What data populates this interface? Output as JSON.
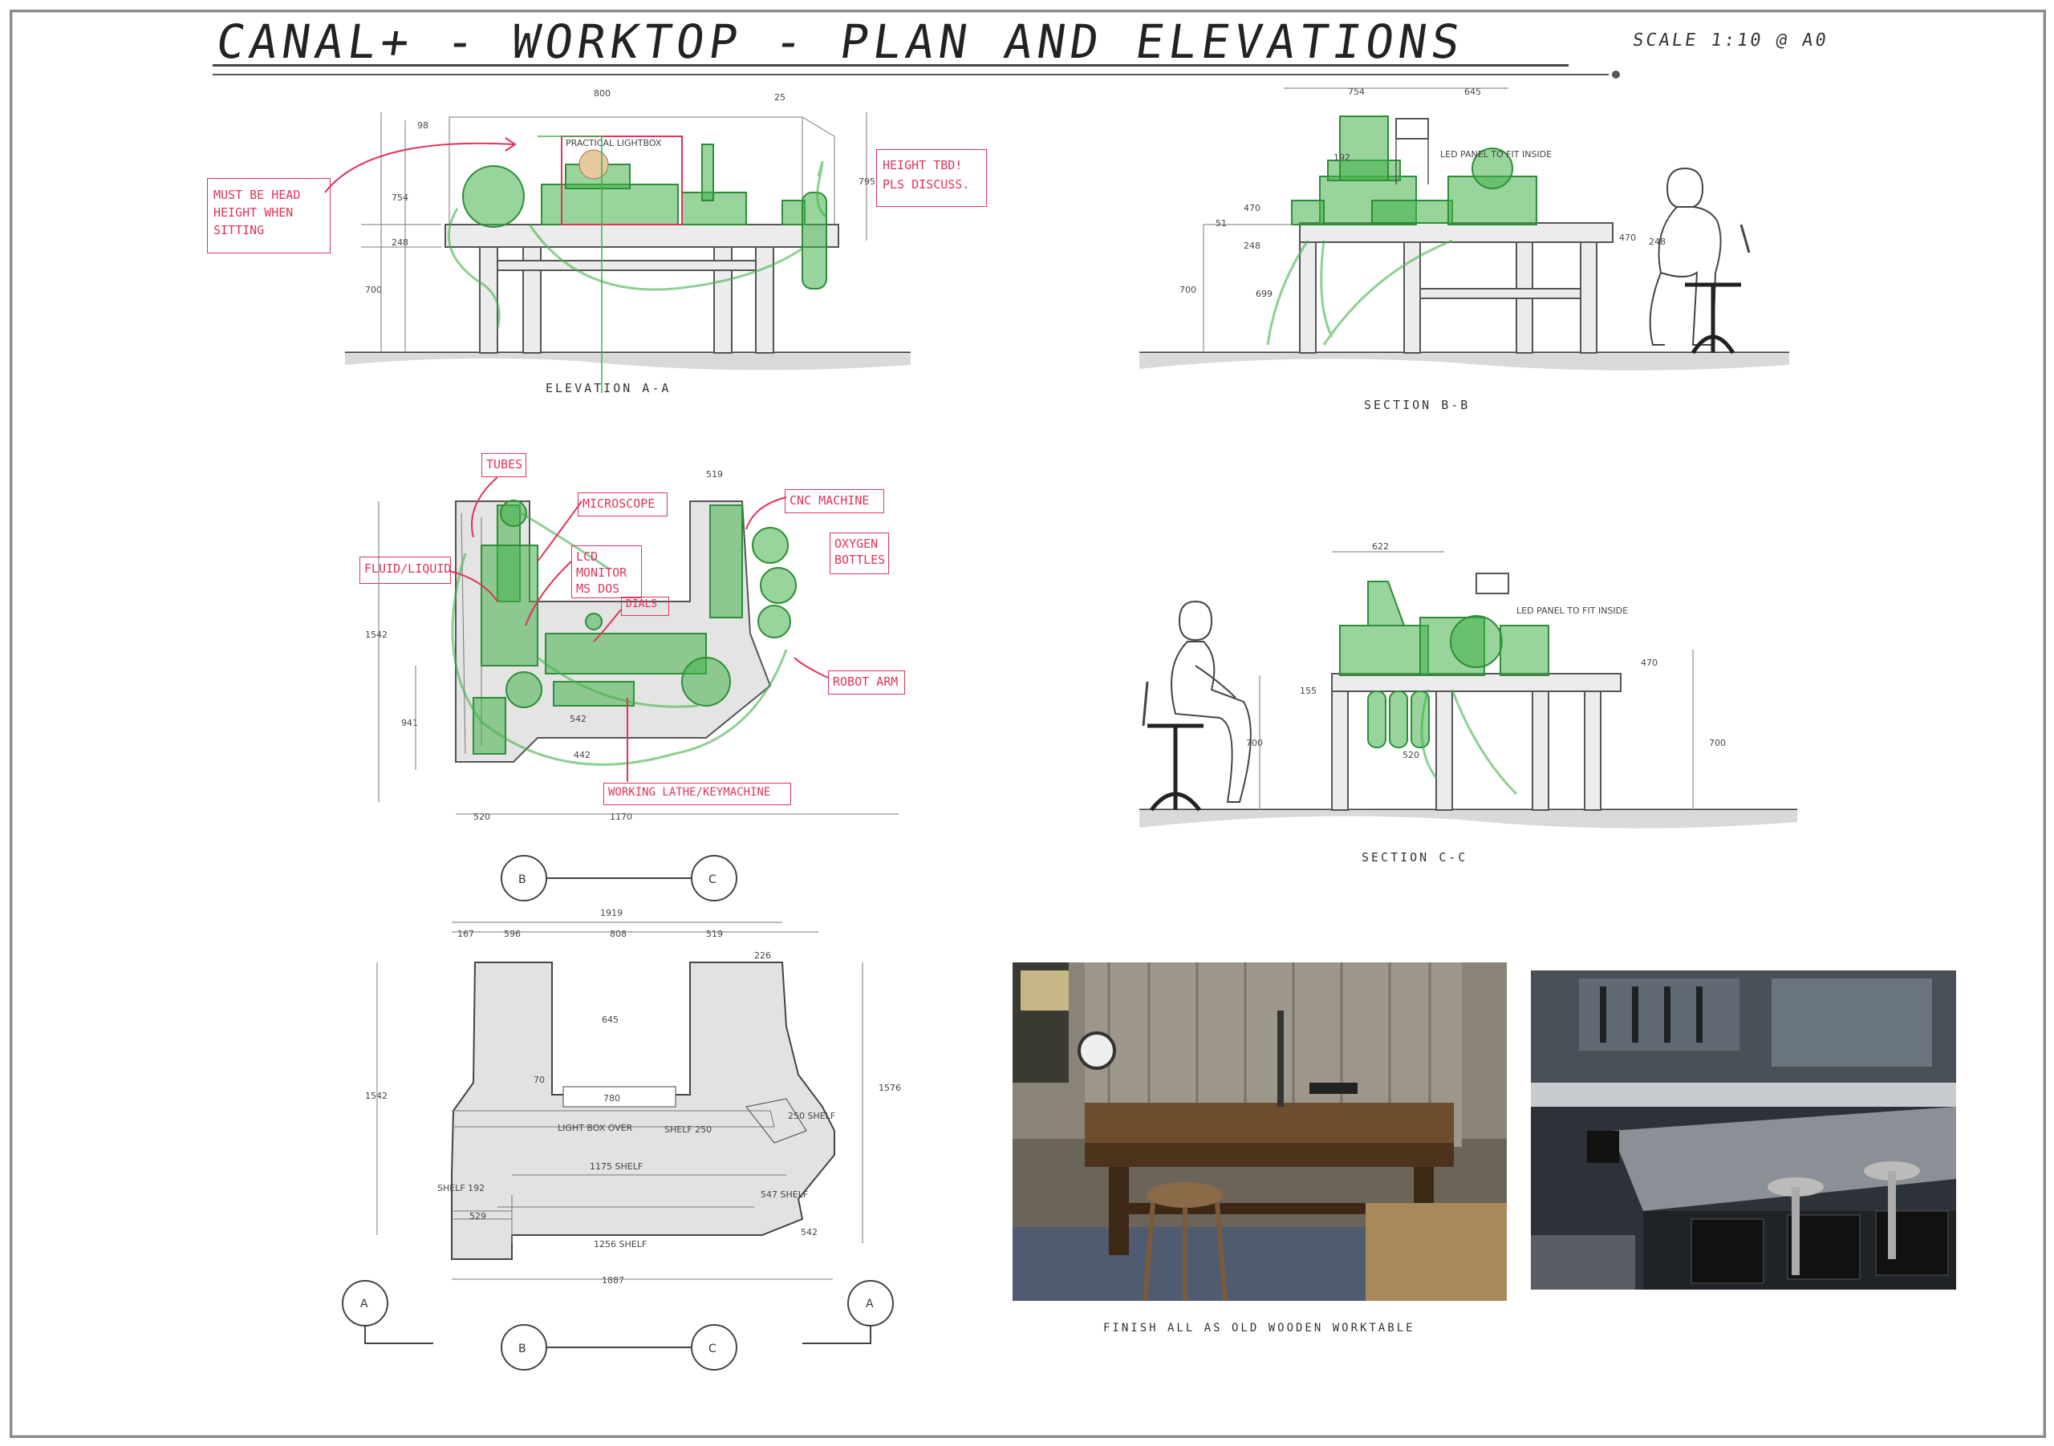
{
  "title": "CANAL+ - WORKTOP - PLAN AND ELEVATIONS",
  "scale": "SCALE 1:10 @ A0",
  "views": {
    "elevation_a": "ELEVATION A-A",
    "section_b": "SECTION B-B",
    "section_c": "SECTION C-C"
  },
  "notes": {
    "head_height": "MUST BE HEAD HEIGHT WHEN SITTING",
    "height_tbd": "HEIGHT TBD! PLS DISCUSS.",
    "tubes": "TUBES",
    "microscope": "MICROSCOPE",
    "cnc": "CNC MACHINE",
    "oxygen": "OXYGEN BOTTLES",
    "fluid": "FLUID/LIQUID",
    "lcd": "LCD MONITOR MS DOS",
    "dials": "DIALS",
    "robot": "ROBOT ARM",
    "lathe": "WORKING LATHE/KEYMACHINE"
  },
  "labels": {
    "lightbox_practical": "PRACTICAL LIGHTBOX",
    "led_panel": "LED PANEL TO FIT INSIDE",
    "led_panel_c": "LED PANEL TO FIT INSIDE",
    "light_box_over": "LIGHT BOX OVER",
    "shelf": "SHELF",
    "shelf_1": "1175 SHELF",
    "shelf_2": "1256 SHELF",
    "shelf_3": "250 SHELF",
    "shelf_4": "547 SHELF",
    "shelf_5": "SHELF 192",
    "shelf_6": "SHELF 250"
  },
  "section_markers": [
    "B",
    "C",
    "A"
  ],
  "finish_caption": "FINISH ALL AS OLD WOODEN WORKTABLE",
  "dims": {
    "ea_800": "800",
    "ea_98": "98",
    "ea_25": "25",
    "ea_754": "754",
    "ea_248": "248",
    "ea_700": "700",
    "ea_795": "795",
    "sb_754": "754",
    "sb_645": "645",
    "sb_192": "192",
    "sb_470": "470",
    "sb_51": "51",
    "sb_248": "248",
    "sb_700": "700",
    "sb_699": "699",
    "sb_470b": "470",
    "sb_248b": "248",
    "sc_622": "622",
    "sc_155": "155",
    "sc_700": "700",
    "sc_470": "470",
    "sc_700b": "700",
    "sc_520": "520",
    "p1_1542": "1542",
    "p1_941": "941",
    "p1_520": "520",
    "p1_1170": "1170",
    "p1_542": "542",
    "p1_442": "442",
    "p1_519": "519",
    "p2_1919": "1919",
    "p2_167": "167",
    "p2_596": "596",
    "p2_808": "808",
    "p2_519": "519",
    "p2_226": "226",
    "p2_645": "645",
    "p2_1542": "1542",
    "p2_1576": "1576",
    "p2_542": "542",
    "p2_529": "529",
    "p2_1887": "1887",
    "p2_780": "780",
    "p2_70": "70"
  }
}
